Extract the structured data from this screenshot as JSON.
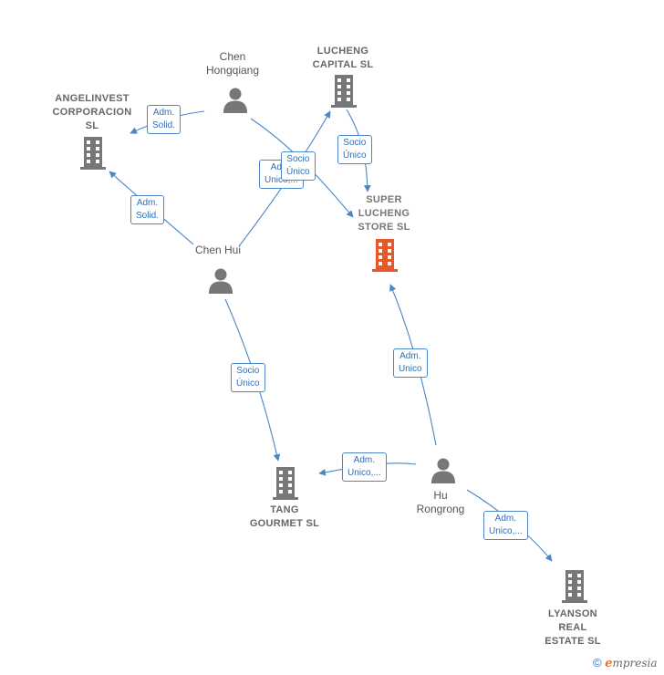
{
  "colors": {
    "edge": "#4a86c8",
    "node": "#777777",
    "focus": "#e8592a"
  },
  "nodes": {
    "chen_hongqiang": {
      "lines": [
        "Chen",
        "Hongqiang"
      ],
      "kind": "person"
    },
    "lucheng_capital": {
      "lines": [
        "LUCHENG",
        "CAPITAL  SL"
      ],
      "kind": "company"
    },
    "angelinvest": {
      "lines": [
        "ANGELINVEST",
        "CORPORACION",
        "SL"
      ],
      "kind": "company"
    },
    "super_lucheng": {
      "lines": [
        "SUPER",
        "LUCHENG",
        "STORE  SL"
      ],
      "kind": "company-focus"
    },
    "chen_hui": {
      "lines": [
        "Chen Hui"
      ],
      "kind": "person"
    },
    "tang_gourmet": {
      "lines": [
        "TANG",
        "GOURMET  SL"
      ],
      "kind": "company"
    },
    "hu_rongrong": {
      "lines": [
        "Hu",
        "Rongrong"
      ],
      "kind": "person"
    },
    "lyanson": {
      "lines": [
        "LYANSON",
        "REAL",
        "ESTATE  SL"
      ],
      "kind": "company"
    }
  },
  "edges": [
    {
      "id": "e1",
      "lines": [
        "Adm.",
        "Solid."
      ]
    },
    {
      "id": "e2",
      "lines": [
        "Adm.",
        "Unico,..."
      ]
    },
    {
      "id": "e3",
      "lines": [
        "Socio",
        "Único"
      ]
    },
    {
      "id": "e4",
      "lines": [
        "Socio",
        "Único"
      ]
    },
    {
      "id": "e5",
      "lines": [
        "Adm.",
        "Solid."
      ]
    },
    {
      "id": "e6",
      "lines": [
        "Socio",
        "Único"
      ]
    },
    {
      "id": "e7",
      "lines": [
        "Adm.",
        "Unico"
      ]
    },
    {
      "id": "e8",
      "lines": [
        "Adm.",
        "Unico,..."
      ]
    },
    {
      "id": "e9",
      "lines": [
        "Adm.",
        "Unico,..."
      ]
    }
  ],
  "footer": {
    "copyright": "©",
    "brand_e": "e",
    "brand_rest": "mpresia"
  }
}
